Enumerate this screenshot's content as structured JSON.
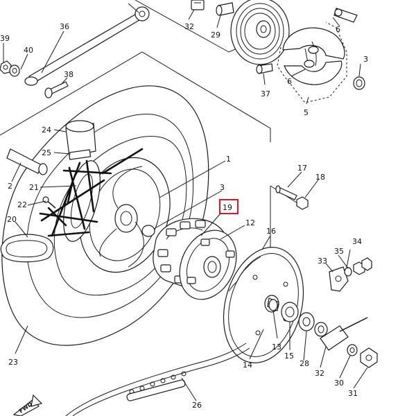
{
  "diagram": {
    "title": "",
    "highlight_color": "#e0141e",
    "line_color": "#1a1a1a",
    "highlighted_part": "19",
    "fwd_label": "FWD",
    "parts": {
      "p1": "1",
      "p2": "2",
      "p3a": "3",
      "p3b": "3",
      "p5": "5",
      "p6a": "6",
      "p6b": "6",
      "p12": "12",
      "p13": "13",
      "p14": "14",
      "p15": "15",
      "p16": "16",
      "p17": "17",
      "p18": "18",
      "p19": "19",
      "p20": "20",
      "p21": "21",
      "p22": "22",
      "p23": "23",
      "p24": "24",
      "p25": "25",
      "p26": "26",
      "p28": "28",
      "p29": "29",
      "p30": "30",
      "p31": "31",
      "p32a": "32",
      "p32b": "32",
      "p33": "33",
      "p34": "34",
      "p35": "35",
      "p36": "36",
      "p37": "37",
      "p38": "38",
      "p39": "39",
      "p40": "40"
    }
  }
}
